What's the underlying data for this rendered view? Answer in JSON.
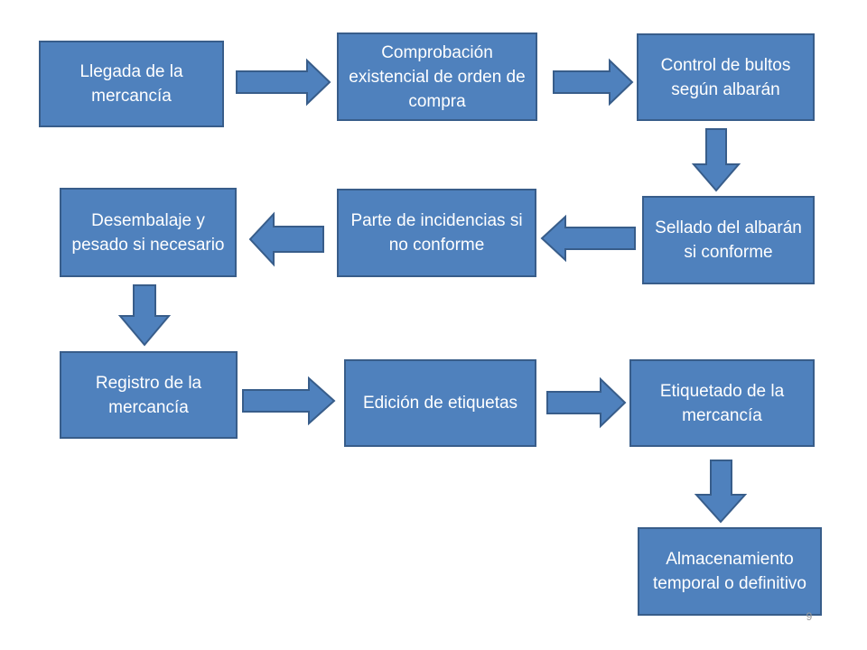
{
  "diagram": {
    "steps": {
      "s1": "Llegada de la mercancía",
      "s2": "Comprobación existencial de orden de compra",
      "s3": "Control de bultos según albarán",
      "s4": "Sellado del albarán si conforme",
      "s5": "Parte de incidencias si no conforme",
      "s6": "Desembalaje y pesado si necesario",
      "s7": "Registro de la mercancía",
      "s8": "Edición de etiquetas",
      "s9": "Etiquetado de la mercancía",
      "s10": "Almacenamiento temporal o definitivo"
    },
    "colors": {
      "box_fill": "#4f81bd",
      "box_border": "#385d8a",
      "text": "#ffffff"
    }
  },
  "slide": {
    "page_number": "9"
  }
}
